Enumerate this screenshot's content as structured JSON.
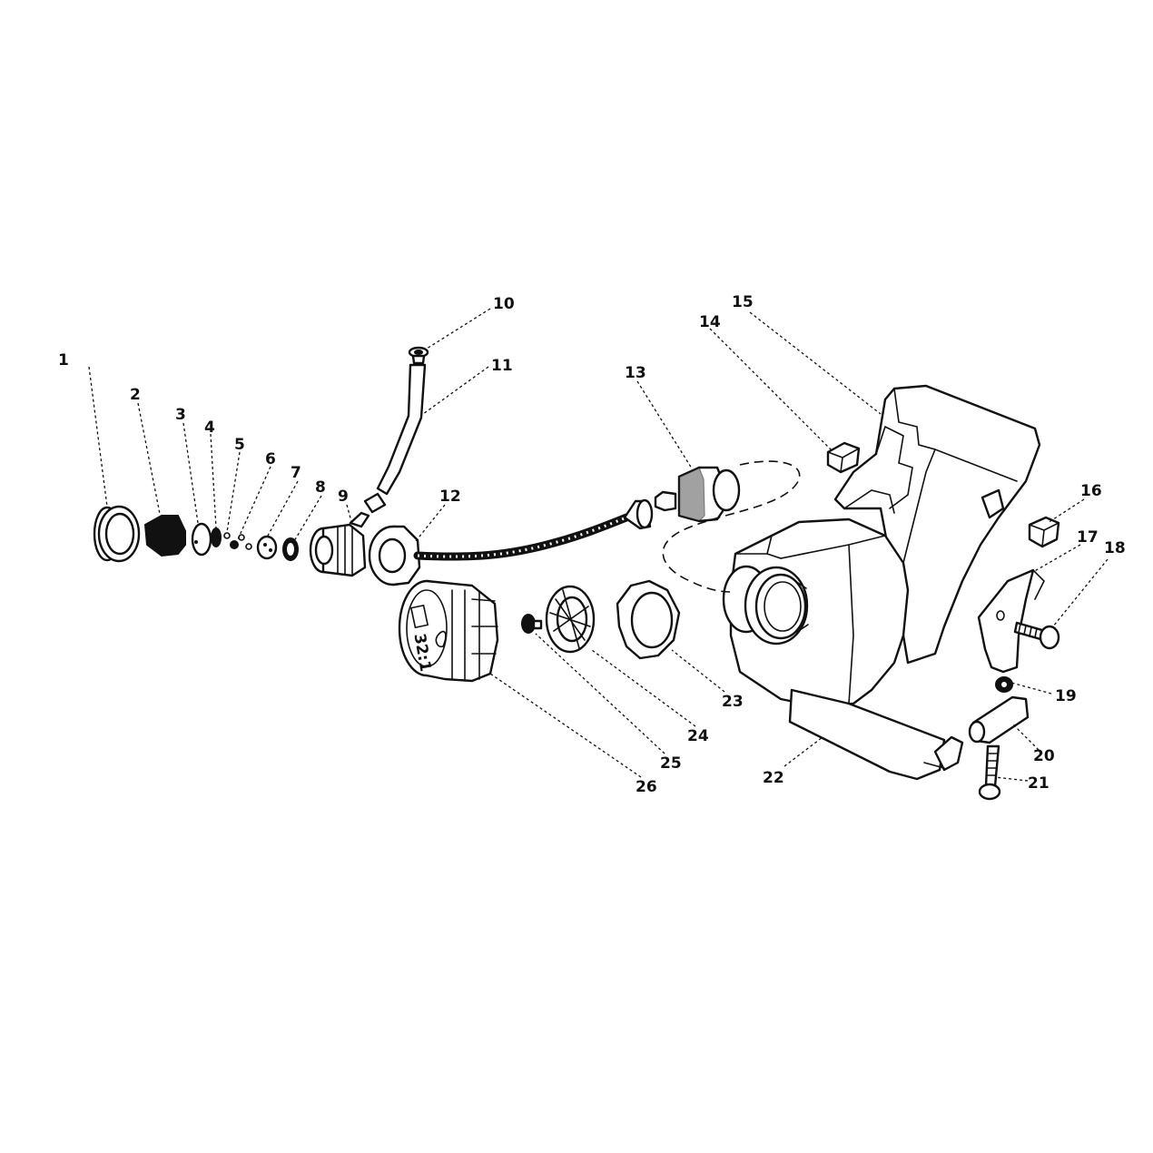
{
  "callouts": [
    {
      "id": "1",
      "label": "1"
    },
    {
      "id": "2",
      "label": "2"
    },
    {
      "id": "3",
      "label": "3"
    },
    {
      "id": "4",
      "label": "4"
    },
    {
      "id": "5",
      "label": "5"
    },
    {
      "id": "6",
      "label": "6"
    },
    {
      "id": "7",
      "label": "7"
    },
    {
      "id": "8",
      "label": "8"
    },
    {
      "id": "9",
      "label": "9"
    },
    {
      "id": "10",
      "label": "10"
    },
    {
      "id": "11",
      "label": "11"
    },
    {
      "id": "12",
      "label": "12"
    },
    {
      "id": "13",
      "label": "13"
    },
    {
      "id": "14",
      "label": "14"
    },
    {
      "id": "15",
      "label": "15"
    },
    {
      "id": "16",
      "label": "16"
    },
    {
      "id": "17",
      "label": "17"
    },
    {
      "id": "18",
      "label": "18"
    },
    {
      "id": "19",
      "label": "19"
    },
    {
      "id": "20",
      "label": "20"
    },
    {
      "id": "21",
      "label": "21"
    },
    {
      "id": "22",
      "label": "22"
    },
    {
      "id": "23",
      "label": "23"
    },
    {
      "id": "24",
      "label": "24"
    },
    {
      "id": "25",
      "label": "25"
    },
    {
      "id": "26",
      "label": "26"
    }
  ],
  "cap_marking": "32:1",
  "colors": {
    "ink": "#111111",
    "paper": "#ffffff"
  }
}
